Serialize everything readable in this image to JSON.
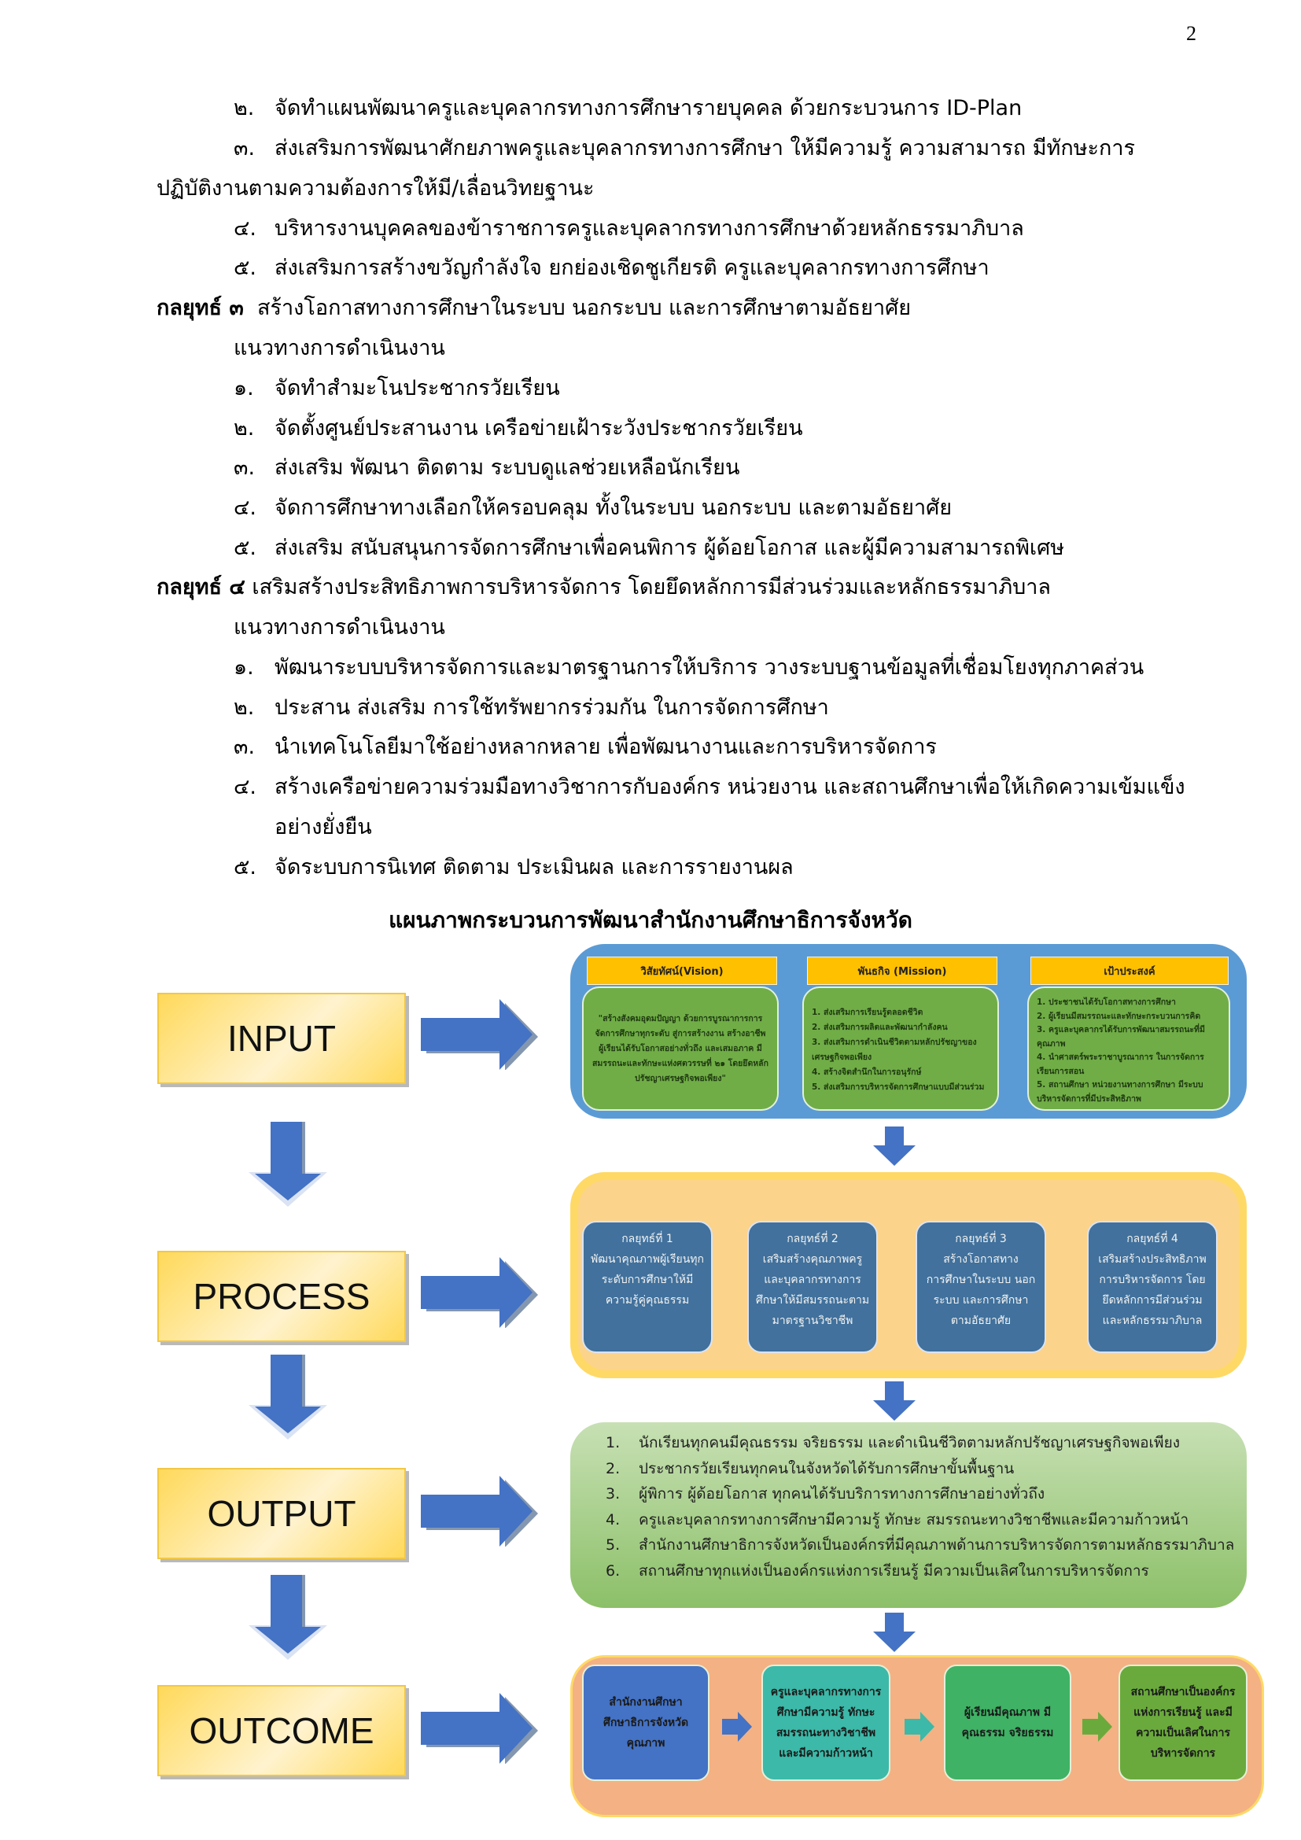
{
  "page_number": "2",
  "text_lines": {
    "s2_items_top": [
      {
        "num": "๒.",
        "text": "จัดทำแผนพัฒนาครูและบุคลากรทางการศึกษารายบุคคล ด้วยกระบวนการ ID-Plan"
      },
      {
        "num": "๓.",
        "text": "ส่งเสริมการพัฒนาศักยภาพครูและบุคลากรทางการศึกษา ให้มีความรู้ ความสามารถ มีทักษะการ"
      },
      {
        "num": "",
        "text": "ปฏิบัติงานตามความต้องการให้มี/เลื่อนวิทยฐานะ"
      },
      {
        "num": "๔.",
        "text": "บริหารงานบุคคลของข้าราชการครูและบุคลากรทางการศึกษาด้วยหลักธรรมาภิบาล"
      },
      {
        "num": "๕.",
        "text": "ส่งเสริมการสร้างขวัญกำลังใจ ยกย่องเชิดชูเกียรติ ครูและบุคลากรทางการศึกษา"
      }
    ],
    "strategy3": {
      "label": "กลยุทธ์ ๓",
      "title": "สร้างโอกาสทางการศึกษาในระบบ นอกระบบ และการศึกษาตามอัธยาศัย",
      "guideline_heading": "แนวทางการดำเนินงาน",
      "items": [
        {
          "num": "๑.",
          "text": "จัดทำสำมะโนประชากรวัยเรียน"
        },
        {
          "num": "๒.",
          "text": "จัดตั้งศูนย์ประสานงาน เครือข่ายเฝ้าระวังประชากรวัยเรียน"
        },
        {
          "num": "๓.",
          "text": "ส่งเสริม พัฒนา ติดตาม ระบบดูแลช่วยเหลือนักเรียน"
        },
        {
          "num": "๔.",
          "text": "จัดการศึกษาทางเลือกให้ครอบคลุม ทั้งในระบบ นอกระบบ และตามอัธยาศัย"
        },
        {
          "num": "๕.",
          "text": "ส่งเสริม สนับสนุนการจัดการศึกษาเพื่อคนพิการ  ผู้ด้อยโอกาส  และผู้มีความสามารถพิเศษ"
        }
      ]
    },
    "strategy4": {
      "label": "กลยุทธ์ ๔",
      "title": "เสริมสร้างประสิทธิภาพการบริหารจัดการ โดยยึดหลักการมีส่วนร่วมและหลักธรรมาภิบาล",
      "guideline_heading": "แนวทางการดำเนินงาน",
      "items": [
        {
          "num": "๑.",
          "text": "พัฒนาระบบบริหารจัดการและมาตรฐานการให้บริการ วางระบบฐานข้อมูลที่เชื่อมโยงทุกภาคส่วน"
        },
        {
          "num": "๒.",
          "text": "ประสาน  ส่งเสริม  การใช้ทรัพยากรร่วมกัน  ในการจัดการศึกษา"
        },
        {
          "num": "๓.",
          "text": "นำเทคโนโลยีมาใช้อย่างหลากหลาย เพื่อพัฒนางานและการบริหารจัดการ"
        },
        {
          "num": "๔.",
          "text": "สร้างเครือข่ายความร่วมมือทางวิชาการกับองค์กร  หน่วยงาน และสถานศึกษาเพื่อให้เกิดความเข้มแข็ง"
        },
        {
          "num": "",
          "text": "อย่างยั่งยืน"
        },
        {
          "num": "๕.",
          "text": "จัดระบบการนิเทศ ติดตาม  ประเมินผล  และการรายงานผล"
        }
      ]
    }
  },
  "diagram": {
    "title": "แผนภาพกระบวนการพัฒนาสำนักงานศึกษาธิการจังหวัด",
    "stages": [
      "INPUT",
      "PROCESS",
      "OUTPUT",
      "OUTCOME"
    ],
    "input": {
      "vision": {
        "header": "วิสัยทัศน์(Vision)",
        "body": "\"สร้างสังคมอุดมปัญญา  ด้วยการบูรณาการการจัดการศึกษาทุกระดับ สู่การสร้างงาน สร้างอาชีพ ผู้เรียนได้รับโอกาสอย่างทั่วถึง และเสมอภาค  มีสมรรถนะและทักษะแห่งศตวรรษที่ ๒๑ โดยยึดหลักปรัชญาเศรษฐกิจพอเพียง\""
      },
      "mission": {
        "header": "พันธกิจ (Mission)",
        "items": [
          "1. ส่งเสริมการเรียนรู้ตลอดชีวิต",
          "2. ส่งเสริมการผลิตและพัฒนากำลังคน",
          "3. ส่งเสริมการดำเนินชีวิตตามหลักปรัชญาของ เศรษฐกิจพอเพียง",
          "4. สร้างจิตสำนึกในการอนุรักษ์",
          "5. ส่งเสริมการบริหารจัดการศึกษาแบบมีส่วนร่วม"
        ]
      },
      "goals": {
        "header": "เป้าประสงค์",
        "items": [
          "1. ประชาชนได้รับโอกาสทางการศึกษา",
          "2. ผู้เรียนมีสมรรถนะและทักษะกระบวนการคิด",
          "3. ครูและบุคลากรได้รับการพัฒนาสมรรถนะที่มีคุณภาพ",
          "4. นำศาสตร์พระราชาบูรณาการ ในการจัดการเรียนการสอน",
          "5. สถานศึกษา หน่วยงานทางการศึกษา มีระบบบริหารจัดการที่มีประสิทธิภาพ"
        ]
      }
    },
    "process": [
      {
        "title": "กลยุทธ์ที่ 1",
        "lines": [
          "พัฒนาคุณภาพผู้เรียนทุก",
          "ระดับการศึกษาให้มี",
          "ความรู้คู่คุณธรรม"
        ]
      },
      {
        "title": "กลยุทธ์ที่ 2",
        "lines": [
          "เสริมสร้างคุณภาพครู",
          "และบุคลากรทางการ",
          "ศึกษาให้มีสมรรถนะตาม",
          "มาตรฐานวิชาชีพ"
        ]
      },
      {
        "title": "กลยุทธ์ที่ 3",
        "lines": [
          "สร้างโอกาสทาง",
          "การศึกษาในระบบ นอก",
          "ระบบ และการศึกษา",
          "ตามอัธยาศัย"
        ]
      },
      {
        "title": "กลยุทธ์ที่ 4",
        "lines": [
          "เสริมสร้างประสิทธิภาพ",
          "การบริหารจัดการ โดย",
          "ยึดหลักการมีส่วนร่วม",
          "และหลักธรรมาภิบาล"
        ]
      }
    ],
    "output": [
      {
        "n": "1.",
        "text": "นักเรียนทุกคนมีคุณธรรม จริยธรรม และดำเนินชีวิตตามหลักปรัชญาเศรษฐกิจพอเพียง"
      },
      {
        "n": "2.",
        "text": "ประชากรวัยเรียนทุกคนในจังหวัดได้รับการศึกษาขั้นพื้นฐาน"
      },
      {
        "n": "3.",
        "text": "ผู้พิการ ผู้ด้อยโอกาส ทุกคนได้รับบริการทางการศึกษาอย่างทั่วถึง"
      },
      {
        "n": "4.",
        "text": "ครูและบุคลากรทางการศึกษามีความรู้ ทักษะ สมรรถนะทางวิชาชีพและมีความก้าวหน้า"
      },
      {
        "n": "5.",
        "text": "สำนักงานศึกษาธิการจังหวัดเป็นองค์กรที่มีคุณภาพด้านการบริหารจัดการตามหลักธรรมาภิบาล"
      },
      {
        "n": "6.",
        "text": "สถานศึกษาทุกแห่งเป็นองค์กรแห่งการเรียนรู้ มีความเป็นเลิศในการบริหารจัดการ"
      }
    ],
    "outcome": [
      {
        "text": "สำนักงานศึกษา ศึกษาธิการจังหวัด คุณภาพ",
        "color": "#4472c4"
      },
      {
        "text": "ครูและบุคลากรทางการศึกษามีความรู้ ทักษะ สมรรถนะทางวิชาชีพ และมีความก้าวหน้า",
        "color": "#3cb9a8"
      },
      {
        "text": "ผู้เรียนมีคุณภาพ มีคุณธรรม จริยธรรม",
        "color": "#3fb265"
      },
      {
        "text": "สถานศึกษาเป็นองค์กรแห่งการเรียนรู้ และมีความเป็นเลิศในการบริหารจัดการ",
        "color": "#6aaa3c"
      }
    ],
    "colors": {
      "arrow": "#4472c4",
      "input_panel": "#5b9bd5",
      "process_panel": "#ffd966",
      "output_panel": "#a9d18e",
      "outcome_panel": "#f4b183",
      "header_gold": "#ffc000",
      "green_box": "#70ad47",
      "strategy_box": "#41719c"
    }
  }
}
